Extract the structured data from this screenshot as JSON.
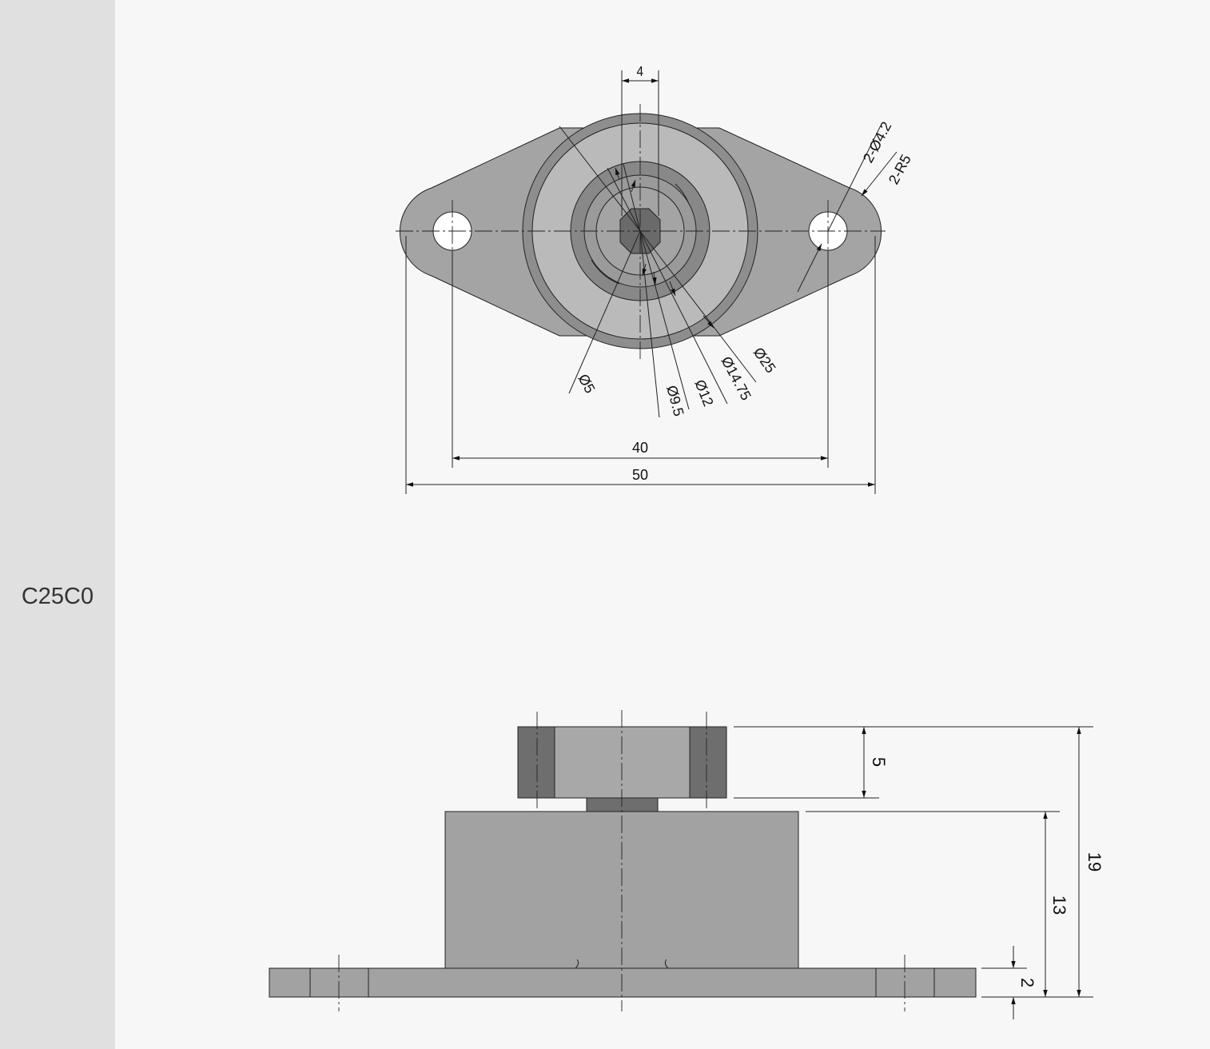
{
  "model": "C25C0",
  "top_view": {
    "width_dim": "4",
    "hole_dia": "2-Ø4.2",
    "radius": "2-R5",
    "d_5": "Ø5",
    "d_9_5": "Ø9.5",
    "d_12": "Ø12",
    "d_14_75": "Ø14.75",
    "d_25": "Ø25",
    "hole_spacing": "40",
    "overall_length": "50"
  },
  "side_view": {
    "top_height": "5",
    "body_height": "13",
    "total_height": "19",
    "base_height": "2"
  },
  "colors": {
    "base": "#a0a0a0",
    "ring": "#bcbcbc",
    "dark": "#6e6e6e",
    "hub": "#8a8a8a",
    "center": "#5a5a5a",
    "line": "#222222"
  }
}
